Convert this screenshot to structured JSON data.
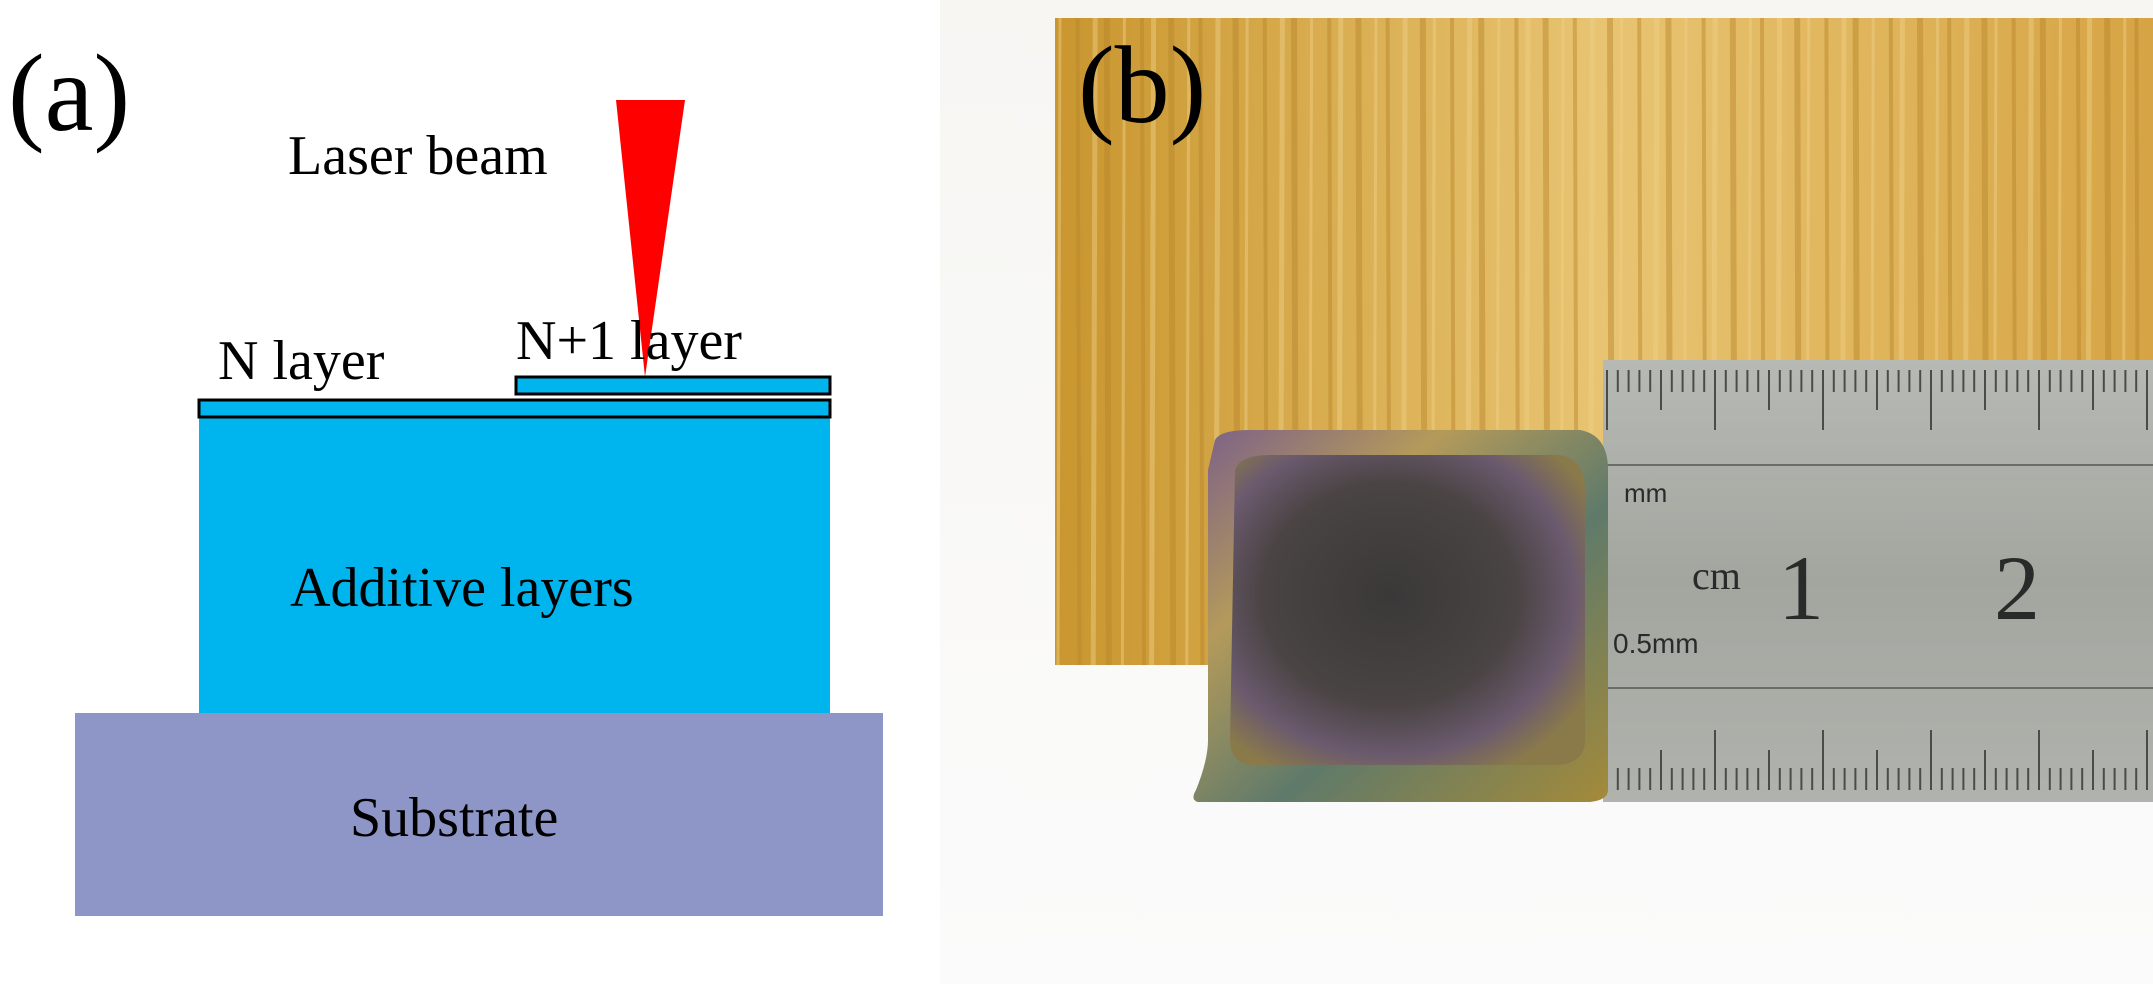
{
  "panel_a": {
    "label": "(a)",
    "laser_label": "Laser beam",
    "n_layer_label": "N layer",
    "n1_layer_label": "N+1 layer",
    "additive_label": "Additive layers",
    "substrate_label": "Substrate",
    "colors": {
      "laser": "#ff0000",
      "additive": "#00b4ee",
      "layer": "#00b4ee",
      "substrate": "#8e96c8",
      "outline": "#000000"
    }
  },
  "panel_b": {
    "label": "(b)",
    "ruler": {
      "unit_mm": "mm",
      "unit_cm": "cm",
      "unit_half_mm": "0.5mm",
      "numbers": [
        "1",
        "2"
      ]
    },
    "colors": {
      "wood": "#e0b85a",
      "floor": "#f4f4f2",
      "ruler": "#a9aba7",
      "sample": "#3d3a3a"
    }
  }
}
